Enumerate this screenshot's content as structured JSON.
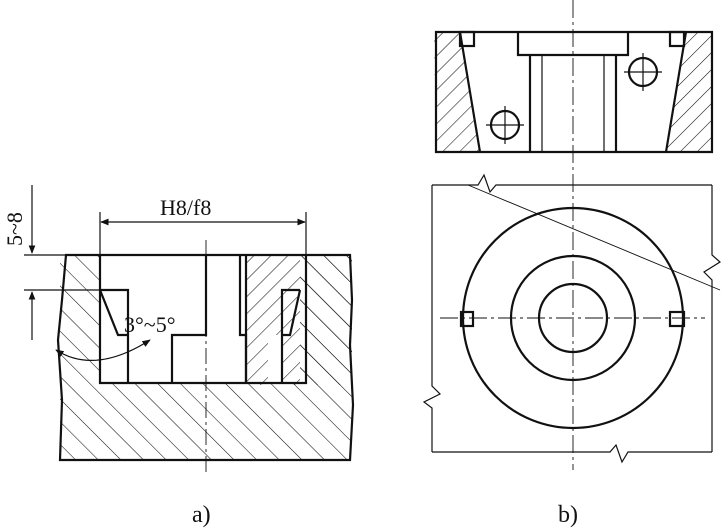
{
  "figure_a": {
    "fit_label": "H8/f8",
    "depth_label": "5~8",
    "angle_label": "3°~5°",
    "caption": "a)"
  },
  "figure_b": {
    "caption": "b)"
  }
}
